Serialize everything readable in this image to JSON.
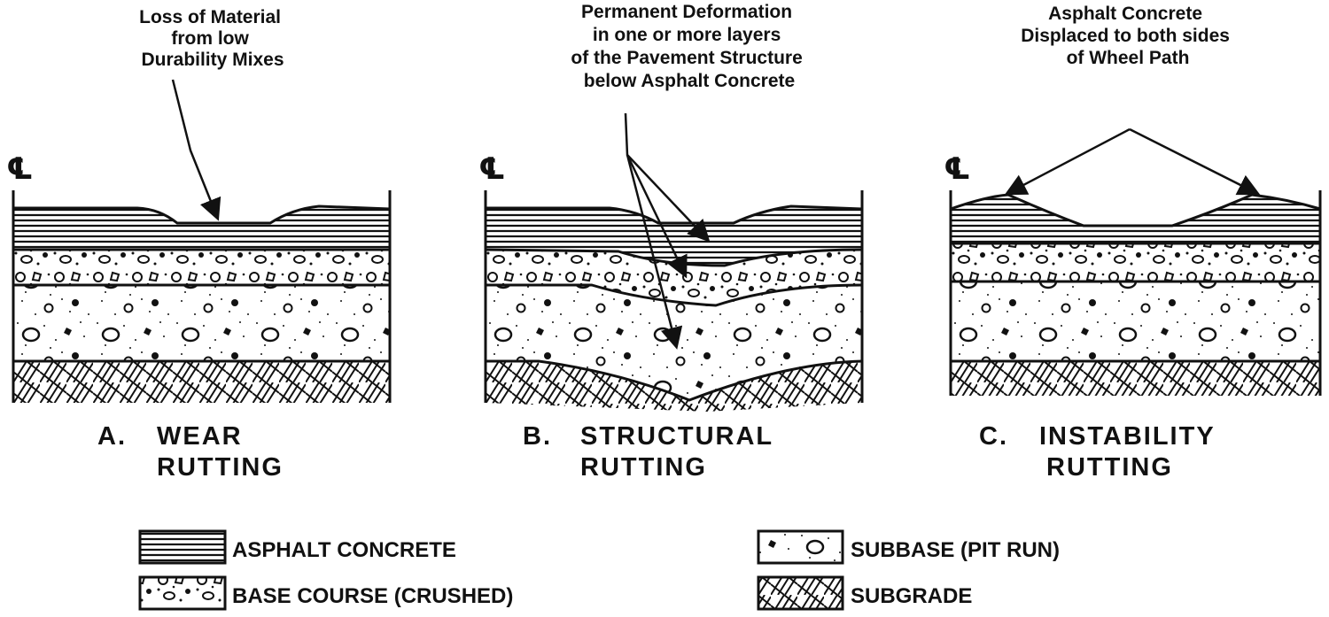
{
  "centerline_symbol": "℄",
  "panels": [
    {
      "letter": "A.",
      "title1": "WEAR",
      "title2": "RUTTING",
      "annotation": [
        "Loss of Material",
        "from low",
        "Durability Mixes"
      ]
    },
    {
      "letter": "B.",
      "title1": "STRUCTURAL",
      "title2": "RUTTING",
      "annotation": [
        "Permanent Deformation",
        "in one or more layers",
        "of the Pavement Structure",
        "below Asphalt Concrete"
      ]
    },
    {
      "letter": "C.",
      "title1": "INSTABILITY",
      "title2": "RUTTING",
      "annotation": [
        "Asphalt Concrete",
        "Displaced to both sides",
        "of Wheel Path"
      ]
    }
  ],
  "legend": {
    "asphalt": "ASPHALT CONCRETE",
    "base": "BASE COURSE (CRUSHED)",
    "subbase": "SUBBASE (PIT RUN)",
    "subgrade": "SUBGRADE"
  }
}
